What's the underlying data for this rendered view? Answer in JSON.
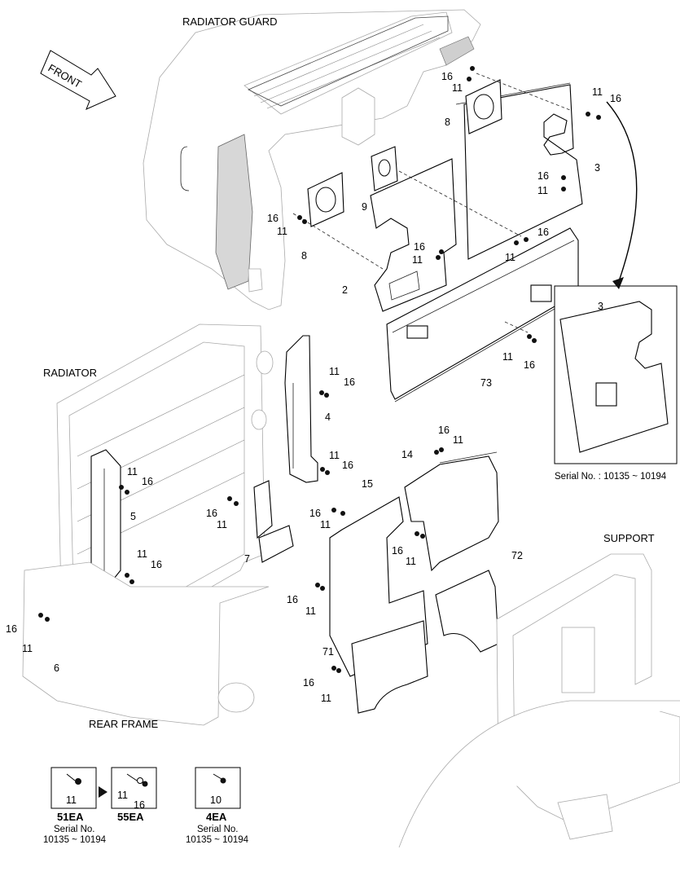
{
  "sections": {
    "radiator_guard": "RADIATOR GUARD",
    "front": "FRONT",
    "radiator": "RADIATOR",
    "support": "SUPPORT",
    "rear_frame": "REAR FRAME"
  },
  "detail": {
    "serial": "Serial No. : 10135 ~ 10194",
    "part": "3"
  },
  "callouts": {
    "p2": "2",
    "p3": "3",
    "p4": "4",
    "p5": "5",
    "p6": "6",
    "p7": "7",
    "p8": "8",
    "p9": "9",
    "p10": "10",
    "p11": "11",
    "p14": "14",
    "p15": "15",
    "p16": "16",
    "p71": "71",
    "p72": "72",
    "p73": "73"
  },
  "legend": {
    "box1": {
      "part": "11",
      "qty": "51EA"
    },
    "box2": {
      "part_a": "11",
      "part_b": "16",
      "qty": "55EA"
    },
    "box3": {
      "part": "10",
      "qty": "4EA"
    },
    "serial_label": "Serial No.",
    "serial_range": "10135 ~ 10194"
  }
}
